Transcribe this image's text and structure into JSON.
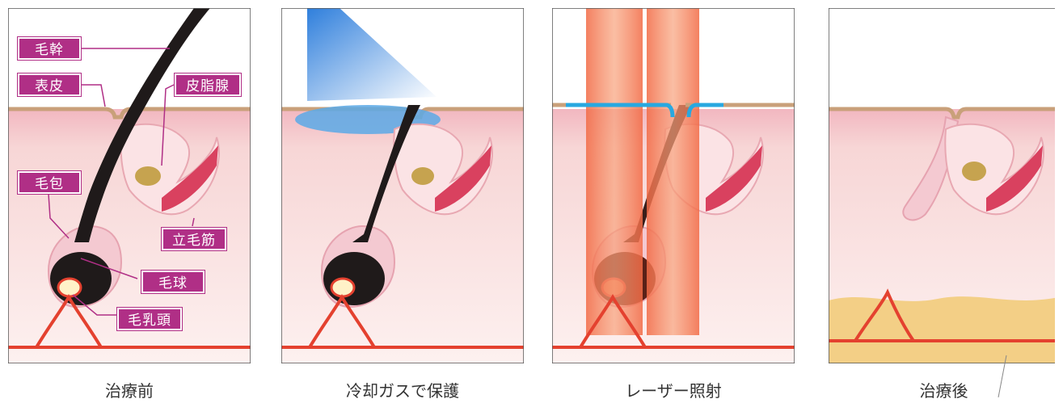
{
  "panels": [
    {
      "title": "治療前"
    },
    {
      "title": "冷却ガスで保護"
    },
    {
      "title": "レーザー照射"
    },
    {
      "title": "治療後"
    }
  ],
  "labels": {
    "hair_shaft": "毛幹",
    "epidermis": "表皮",
    "sebaceous_gland": "皮脂腺",
    "hair_follicle": "毛包",
    "arrector_pili": "立毛筋",
    "hair_bulb": "毛球",
    "dermal_papilla": "毛乳頭"
  },
  "colors": {
    "tag_bg": "#b02f86",
    "skin_surface": "#c9a07a",
    "dermis_pink": "#f3c7cf",
    "dermis_light": "#fbeceb",
    "hair": "#1f1a1a",
    "vessel": "#e4412f",
    "cooling_gas": "#2f7fdc",
    "laser": "#f0623a",
    "fat": "#f3cf86"
  }
}
